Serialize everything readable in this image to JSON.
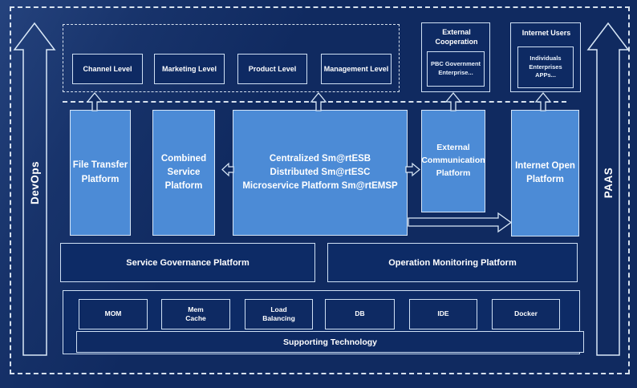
{
  "rails": {
    "left": "DevOps",
    "right": "PAAS"
  },
  "levels": [
    {
      "label": "Channel Level"
    },
    {
      "label": "Marketing Level"
    },
    {
      "label": "Product Level"
    },
    {
      "label": "Management Level"
    }
  ],
  "external_cooperation": {
    "title": "External Cooperation",
    "body": "PBC Government Enterprise..."
  },
  "internet_users": {
    "title": "Internet Users",
    "body": "Individuals Enterprises APPs..."
  },
  "platforms": [
    {
      "label": "File Transfer Platform"
    },
    {
      "label": "Combined Service Platform"
    },
    {
      "label": "Centralized Sm@rtESB\nDistributed Sm@rtESC\nMicroservice Platform Sm@rtEMSP"
    },
    {
      "label": "External Communication Platform"
    },
    {
      "label": "Internet Open Platform"
    }
  ],
  "governance": [
    {
      "label": "Service Governance Platform"
    },
    {
      "label": "Operation Monitoring Platform"
    }
  ],
  "tech": [
    {
      "label": "MOM"
    },
    {
      "label": "Mem\nCache"
    },
    {
      "label": "Load\nBalancing"
    },
    {
      "label": "DB"
    },
    {
      "label": "IDE"
    },
    {
      "label": "Docker"
    }
  ],
  "supporting": {
    "label": "Supporting Technology"
  },
  "colors": {
    "background": "#102A60",
    "accent_blue": "#4C8BD6",
    "border_light": "#D6E6F8"
  }
}
